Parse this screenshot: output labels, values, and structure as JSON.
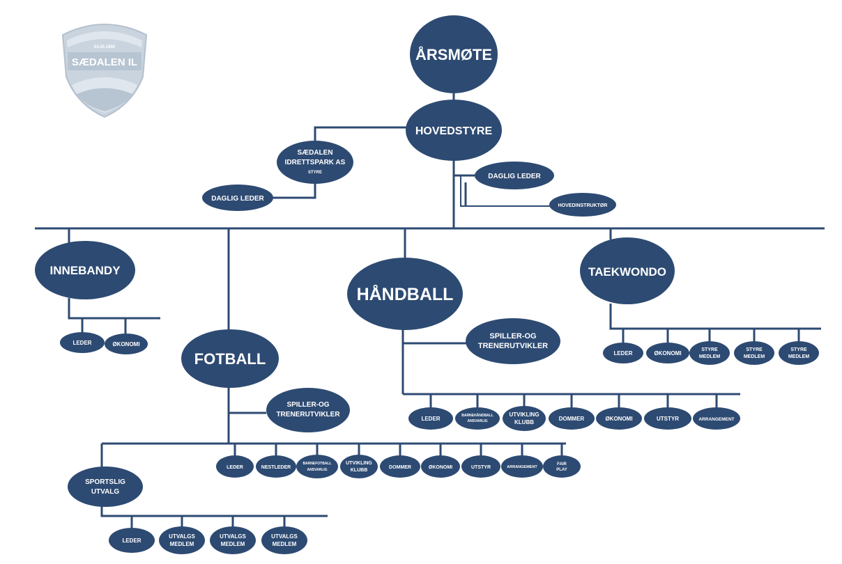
{
  "logo": {
    "name": "SÆDALEN IL",
    "founded": "03.05.1990"
  },
  "colors": {
    "node": "#2d4a72",
    "line": "#2d4a72",
    "text": "#ffffff",
    "logo": "#c9d4df"
  },
  "nodes": {
    "arsmote": "ÅRSMØTE",
    "hovedstyre": "HOVEDSTYRE",
    "idrettspark_1": "SÆDALEN",
    "idrettspark_2": "IDRETTSPARK AS",
    "idrettspark_3": "STYRE",
    "daglig_leder_park": "DAGLIG LEDER",
    "daglig_leder_main": "DAGLIG LEDER",
    "hovedinstruktor": "HOVEDINSTRUKTØR",
    "innebandy": "INNEBANDY",
    "innebandy_leder": "LEDER",
    "innebandy_okonomi": "ØKONOMI",
    "fotball": "FOTBALL",
    "fotball_spiller_1": "SPILLER-OG",
    "fotball_spiller_2": "TRENERUTVIKLER",
    "handball": "HÅNDBALL",
    "handball_spiller_1": "SPILLER-OG",
    "handball_spiller_2": "TRENERUTVIKLER",
    "taekwondo": "TAEKWONDO",
    "tkd_leder": "LEDER",
    "tkd_okonomi": "ØKONOMI",
    "tkd_styre_1a": "STYRE",
    "tkd_styre_1b": "MEDLEM",
    "tkd_styre_2a": "STYRE",
    "tkd_styre_2b": "MEDLEM",
    "tkd_styre_3a": "STYRE",
    "tkd_styre_3b": "MEDLEM",
    "hb_leder": "LEDER",
    "hb_barne_1": "BARNEHÅNDBALL",
    "hb_barne_2": "ANSVARLIG",
    "hb_utvikling_1": "UTVIKLING",
    "hb_utvikling_2": "KLUBB",
    "hb_dommer": "DOMMER",
    "hb_okonomi": "ØKONOMI",
    "hb_utstyr": "UTSTYR",
    "hb_arrangement": "ARRANGEMENT",
    "fb_leder": "LEDER",
    "fb_nestleder": "NESTLEDER",
    "fb_barne_1": "BARNEFOTBALL",
    "fb_barne_2": "ANSVARLIG",
    "fb_utvikling_1": "UTVIKLING",
    "fb_utvikling_2": "KLUBB",
    "fb_dommer": "DOMMER",
    "fb_okonomi": "ØKONOMI",
    "fb_utstyr": "UTSTYR",
    "fb_arrangement": "ARRANGEMENT",
    "fb_fairplay_1": "FAIR",
    "fb_fairplay_2": "PLAY",
    "sportslig_1": "SPORTSLIG",
    "sportslig_2": "UTVALG",
    "su_leder": "LEDER",
    "su_medlem_1a": "UTVALGS",
    "su_medlem_1b": "MEDLEM",
    "su_medlem_2a": "UTVALGS",
    "su_medlem_2b": "MEDLEM",
    "su_medlem_3a": "UTVALGS",
    "su_medlem_3b": "MEDLEM"
  }
}
